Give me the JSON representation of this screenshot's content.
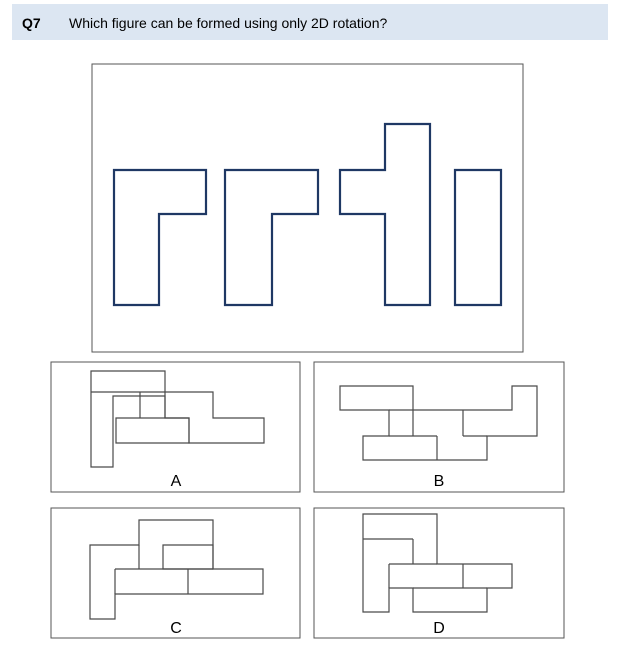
{
  "question": {
    "number": "Q7",
    "text": "Which figure can be formed using only 2D rotation?"
  },
  "options": [
    {
      "label": "A"
    },
    {
      "label": "B"
    },
    {
      "label": "C"
    },
    {
      "label": "D"
    }
  ],
  "colors": {
    "header_bg": "#dce6f2",
    "piece_stroke": "#1f3864",
    "option_stroke": "#4a4a4a",
    "frame_stroke": "#555555"
  }
}
